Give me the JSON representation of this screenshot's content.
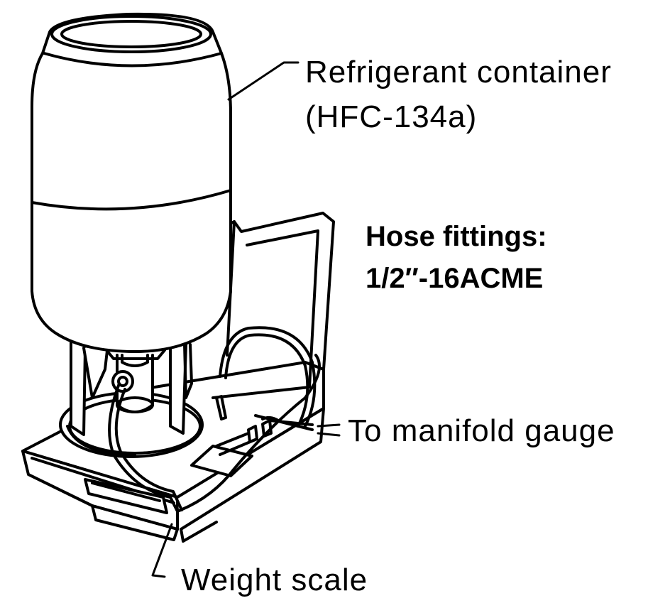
{
  "labels": {
    "container_line1": "Refrigerant container",
    "container_line2": "(HFC-134a)",
    "fittings_line1": "Hose fittings:",
    "fittings_line2": "1/2″-16ACME",
    "manifold": "To manifold gauge",
    "scale": "Weight scale"
  }
}
